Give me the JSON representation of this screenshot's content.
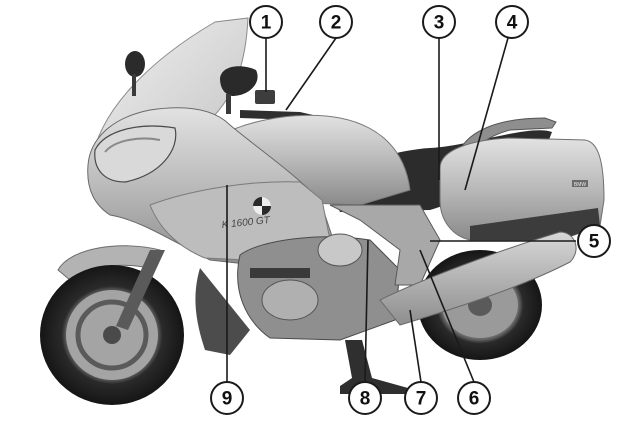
{
  "figure": {
    "subject": "motorcycle-side-view",
    "badge_text": "K 1600 GT",
    "brand_logo": "roundel-logo",
    "pannier_label": "BMW"
  },
  "callouts": [
    {
      "label": "1"
    },
    {
      "label": "2"
    },
    {
      "label": "3"
    },
    {
      "label": "4"
    },
    {
      "label": "5"
    },
    {
      "label": "6"
    },
    {
      "label": "7"
    },
    {
      "label": "8"
    },
    {
      "label": "9"
    }
  ],
  "colors": {
    "background": "#ffffff",
    "body_light": "#c9c9c9",
    "body_mid": "#9d9d9d",
    "body_dark": "#3b3b3b",
    "tyre": "#1e1e1e",
    "line": "#1a1a1a"
  }
}
